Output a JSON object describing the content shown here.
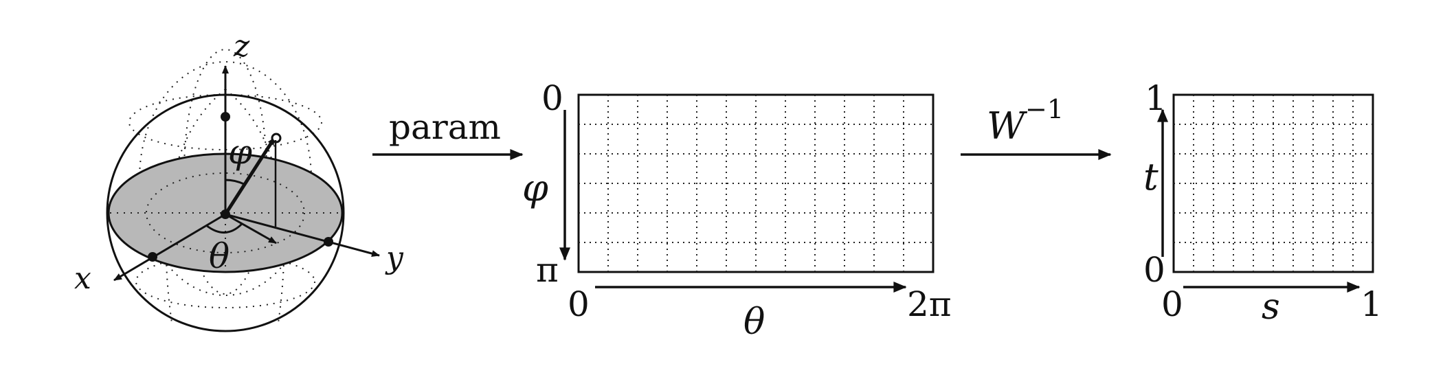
{
  "sphere": {
    "axis_x": "x",
    "axis_y": "y",
    "axis_z": "z",
    "polar_angle": "φ",
    "azimuth_angle": "θ"
  },
  "arrow_param": {
    "label": "param"
  },
  "rect_param": {
    "top_left_label": "0",
    "left_bottom_label": "π",
    "left_axis_label": "φ",
    "bottom_start_label": "0",
    "bottom_axis_label": "θ",
    "bottom_end_label": "2π"
  },
  "arrow_winv": {
    "base": "W",
    "superscript": "−1"
  },
  "rect_unit": {
    "top_left_label": "1",
    "left_bottom_label": "0",
    "left_axis_label": "t",
    "bottom_start_label": "0",
    "bottom_axis_label": "s",
    "bottom_end_label": "1"
  },
  "colors": {
    "ink": "#111111",
    "equator_fill": "#b8b8b8",
    "background": "#ffffff"
  }
}
